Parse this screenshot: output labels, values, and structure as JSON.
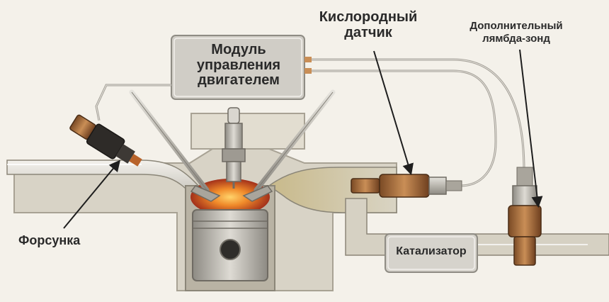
{
  "labels": {
    "ecu": "Модуль\nуправления\nдвигателем",
    "oxygen_sensor": "Кислородный\nдатчик",
    "extra_lambda": "Дополнительный\nлямбда-зонд",
    "injector": "Форсунка",
    "catalyst": "Катализатор"
  }
}
